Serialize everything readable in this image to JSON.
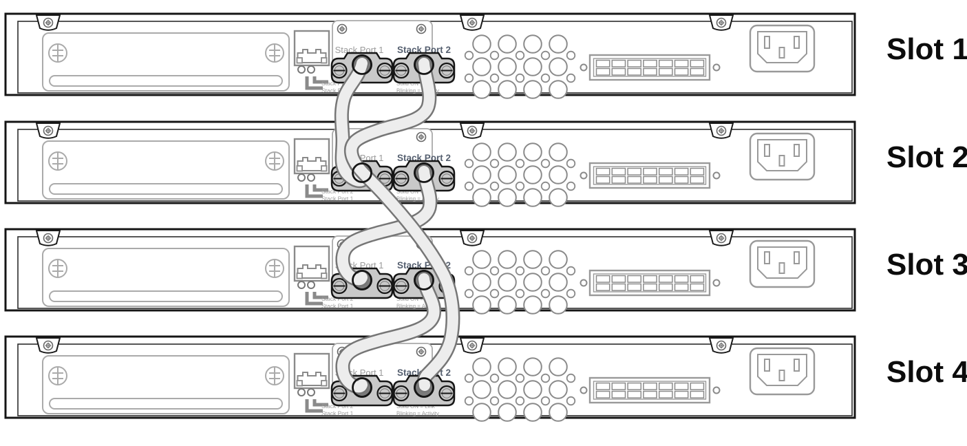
{
  "diagram": {
    "kind": "switch-stacking-rear-view",
    "slots": [
      {
        "label": "Slot 1"
      },
      {
        "label": "Slot 2"
      },
      {
        "label": "Slot 3"
      },
      {
        "label": "Slot 4"
      }
    ],
    "unit_labels": {
      "stack_port_1": "Stack Port 1",
      "stack_port_2": "Stack Port 2",
      "led_legend_line1": "Stack Port 2",
      "led_legend_line2": "Stack Port 1",
      "status_legend_line1": "Solid ON = Link",
      "status_legend_line2": "Blinking = Activity"
    },
    "cables": [
      {
        "from": "slot-1-stack-port-1",
        "to": "slot-2-stack-port-1"
      },
      {
        "from": "slot-2-stack-port-2",
        "to": "slot-3-stack-port-1"
      },
      {
        "from": "slot-3-stack-port-2",
        "to": "slot-4-stack-port-1"
      },
      {
        "from": "slot-1-stack-port-2",
        "to": "slot-4-stack-port-2"
      }
    ],
    "colors": {
      "chassis_line": "#151515",
      "detail_line": "#999999",
      "port_fill": "#c9c9c9",
      "cable_fill": "#ededed",
      "cable_edge": "#767676",
      "port1_label": "#9a9a9a",
      "port2_label": "#566070",
      "tiny_label": "#9a9a9a",
      "slot_label": "#0c0c0c"
    }
  }
}
